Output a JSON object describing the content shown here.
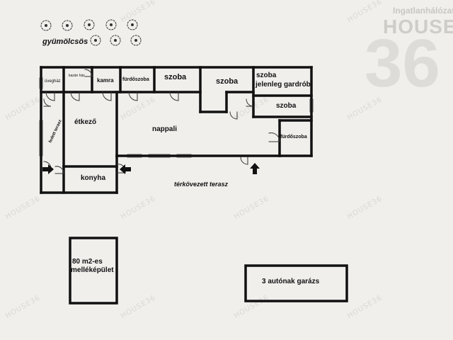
{
  "labels": {
    "orchard": "gyümölcsös",
    "veranda": "üvegház",
    "boiler": "kazán ház",
    "pantry": "kamra",
    "bath1": "fürdőszoba",
    "room1": "szoba",
    "room2": "szoba",
    "room3_line1": "szoba",
    "room3_line2": "jelenleg gardrób",
    "room4": "szoba",
    "bath2": "fürdőszoba",
    "covered_terrace": "fedett terasz",
    "dining": "étkező",
    "living": "nappali",
    "kitchen": "konyha",
    "paved_terrace": "térkövezett terasz",
    "outbuilding_line1": "80 m2-es",
    "outbuilding_line2": "melléképület",
    "garage": "3 autónak garázs"
  },
  "watermark": {
    "text": "HOUSE36",
    "logo_top": "Ingatlanhálózat",
    "logo_house": "HOUSE",
    "logo_num": "36"
  },
  "colors": {
    "background": "#f0efec",
    "wall": "#111111",
    "watermark": "#d9d8d4"
  }
}
